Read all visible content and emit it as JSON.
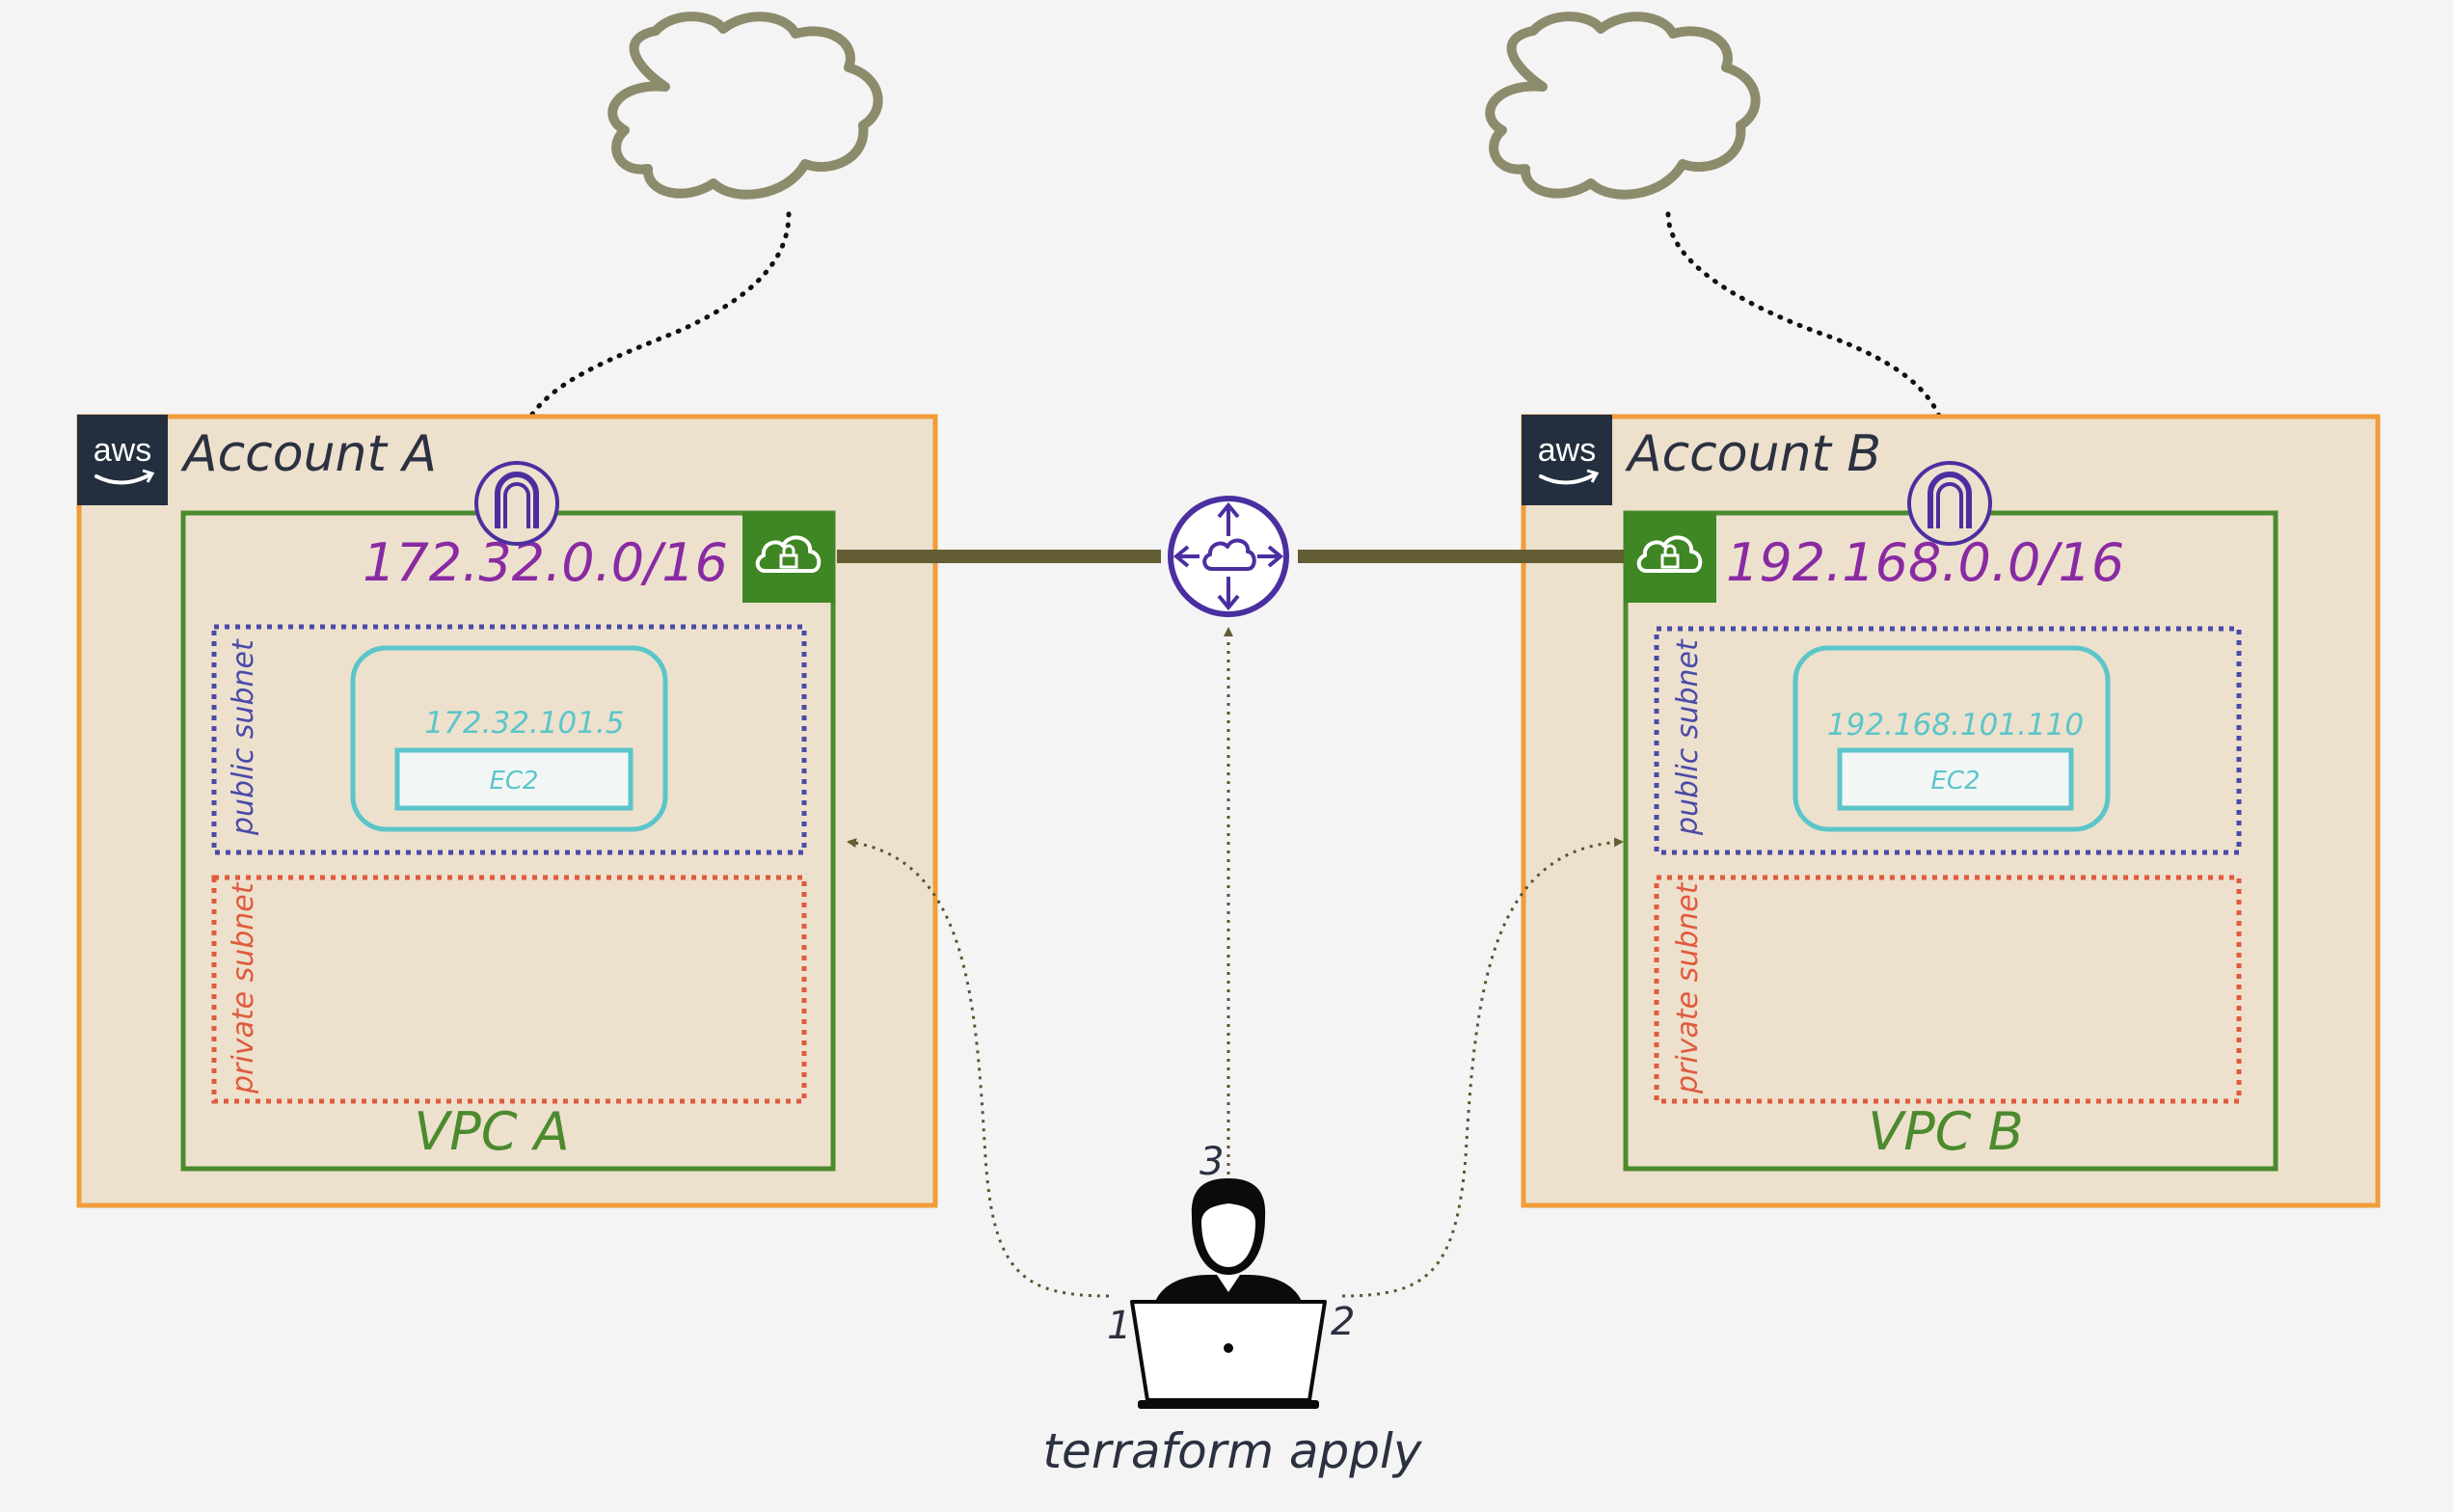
{
  "colors": {
    "background": "#f4f4f4",
    "account_fill": "#ede1cd",
    "account_border": "#f09d3a",
    "vpc_border": "#4c8a2e",
    "vpc_badge": "#3f8624",
    "public_subnet_border": "#4a4aa8",
    "private_subnet_border": "#e05a3d",
    "instance_border": "#5cc5c9",
    "cidr_text": "#8a2aa3",
    "gateway_purple": "#4b2fa0",
    "peering_line": "#635d33",
    "cloud_stroke": "#8c8b6c",
    "aws_badge": "#232f3e",
    "text_dark": "#2b3140"
  },
  "accounts": [
    {
      "label": "Account A",
      "aws_logo": "aws",
      "vpc": {
        "label": "VPC A",
        "cidr": "172.32.0.0/16",
        "public_subnet_label": "public subnet",
        "private_subnet_label": "private subnet",
        "instance": {
          "ip": "172.32.101.5",
          "type": "EC2"
        }
      }
    },
    {
      "label": "Account B",
      "aws_logo": "aws",
      "vpc": {
        "label": "VPC B",
        "cidr": "192.168.0.0/16",
        "public_subnet_label": "public subnet",
        "private_subnet_label": "private subnet",
        "instance": {
          "ip": "192.168.101.110",
          "type": "EC2"
        }
      }
    }
  ],
  "icons": {
    "internet_gateway": "internet-gateway-icon",
    "vpc_lock": "vpc-cloud-lock-icon",
    "transit_gateway": "transit-gateway-router-icon",
    "user": "user-with-laptop-icon",
    "cloud": "internet-cloud-icon"
  },
  "steps": [
    "1",
    "2",
    "3"
  ],
  "command": "terraform apply"
}
